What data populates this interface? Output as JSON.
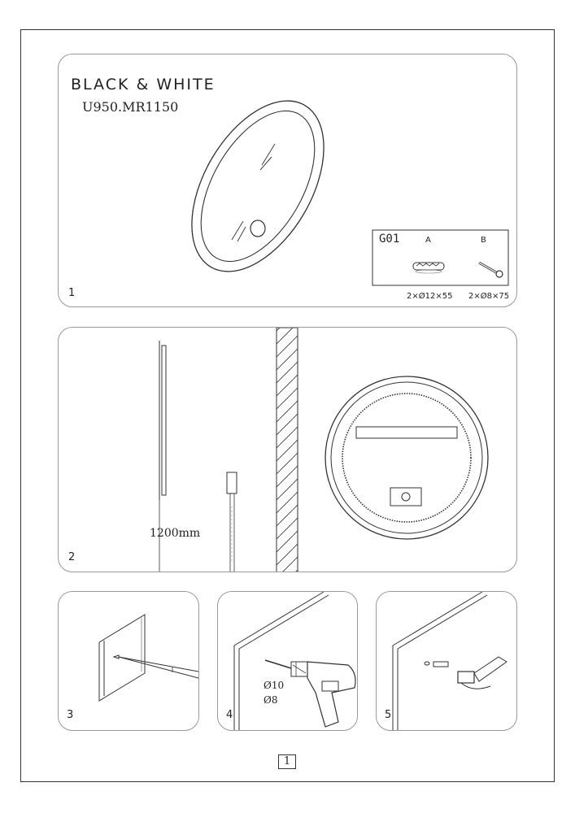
{
  "header": {
    "brand": "BLACK & WHITE",
    "model": "U950.MR1150"
  },
  "kit": {
    "title": "G01",
    "items": [
      {
        "label": "A",
        "spec": "2×Ø12×55"
      },
      {
        "label": "B",
        "spec": "2×Ø8×75"
      }
    ]
  },
  "steps": [
    {
      "number": "1"
    },
    {
      "number": "2",
      "dimension": "1200mm"
    },
    {
      "number": "3"
    },
    {
      "number": "4",
      "drill_sizes": [
        "Ø10",
        "Ø8"
      ]
    },
    {
      "number": "5"
    }
  ],
  "page": {
    "number": "1"
  }
}
